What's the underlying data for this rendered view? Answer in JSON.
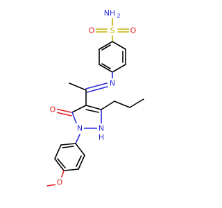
{
  "molecule": {
    "atoms": {
      "nh2_label": "NH",
      "nh2_subscript": "2",
      "s_label": "S",
      "o_left_label": "O",
      "o_right_label": "O",
      "n_imine_label": "N",
      "o_carbonyl_label": "O",
      "n1_label": "N",
      "n2_label": "N",
      "h_label": "H",
      "o_methoxy_label": "O"
    },
    "colors": {
      "carbon_bond": "#000000",
      "nitrogen": "#2b2bd8",
      "oxygen": "#e01e1e",
      "sulfur": "#c7b100"
    }
  }
}
